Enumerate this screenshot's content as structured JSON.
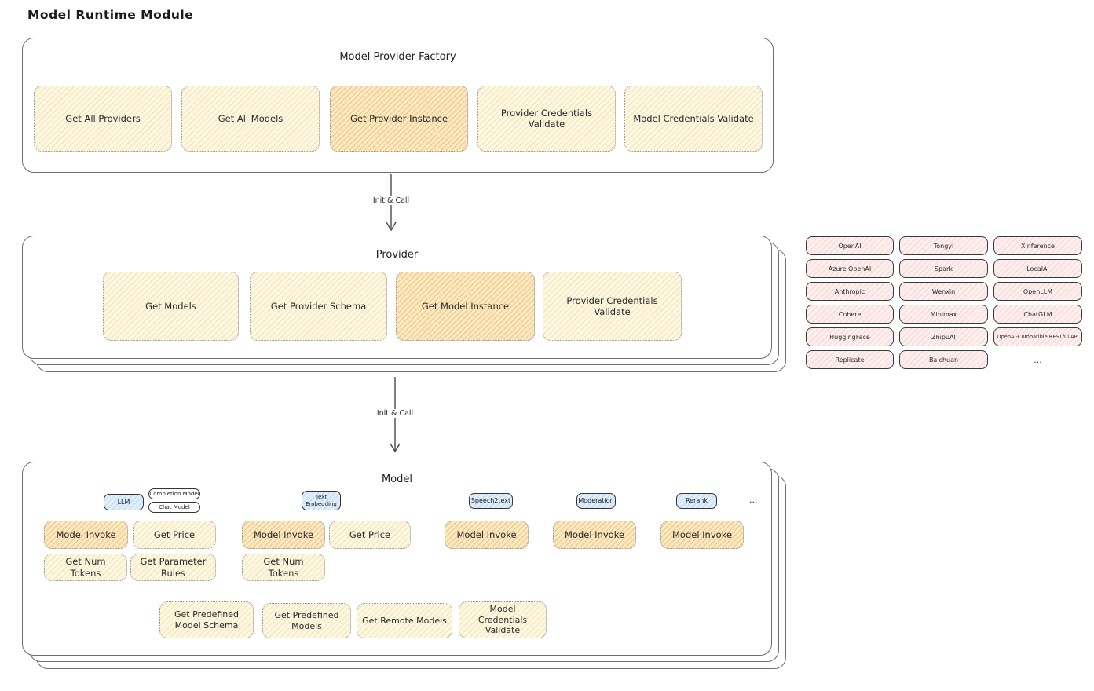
{
  "page_title": "Model Runtime Module",
  "arrows": {
    "factory_to_provider": "Init & Call",
    "provider_to_model": "Init & Call"
  },
  "factory": {
    "title": "Model Provider Factory",
    "methods": [
      {
        "label": "Get All Providers",
        "highlight": false
      },
      {
        "label": "Get All Models",
        "highlight": false
      },
      {
        "label": "Get Provider Instance",
        "highlight": true
      },
      {
        "label": "Provider Credentials Validate",
        "highlight": false
      },
      {
        "label": "Model Credentials Validate",
        "highlight": false
      }
    ]
  },
  "provider": {
    "title": "Provider",
    "methods": [
      {
        "label": "Get Models",
        "highlight": false
      },
      {
        "label": "Get Provider Schema",
        "highlight": false
      },
      {
        "label": "Get Model Instance",
        "highlight": true
      },
      {
        "label": "Provider Credentials Validate",
        "highlight": false
      }
    ]
  },
  "providers_list": {
    "items": [
      "OpenAI",
      "Tongyi",
      "Xinference",
      "Azure OpenAI",
      "Spark",
      "LocalAI",
      "Anthropic",
      "Wenxin",
      "OpenLLM",
      "Cohere",
      "Minimax",
      "ChatGLM",
      "HuggingFace",
      "ZhipuAI",
      "OpenAI-Compatible RESTful API",
      "Replicate",
      "Baichuan"
    ],
    "ellipsis": "..."
  },
  "model": {
    "title": "Model",
    "tabs": {
      "llm": "LLM",
      "completion_model": "Completion Model",
      "chat_model": "Chat Model",
      "text_embedding": "Text Embedding",
      "speech2text": "Speech2text",
      "moderation": "Moderation",
      "rerank": "Rerank",
      "ellipsis": "..."
    },
    "llm": {
      "invoke": "Model Invoke",
      "price": "Get Price",
      "num_tokens": "Get Num Tokens",
      "param_rules": "Get Parameter Rules"
    },
    "embedding": {
      "invoke": "Model Invoke",
      "price": "Get Price",
      "num_tokens": "Get Num Tokens"
    },
    "speech2text": {
      "invoke": "Model Invoke"
    },
    "moderation": {
      "invoke": "Model Invoke"
    },
    "rerank": {
      "invoke": "Model Invoke"
    },
    "common": [
      "Get Predefined Model Schema",
      "Get Predefined Models",
      "Get Remote Models",
      "Model Credentials Validate"
    ]
  },
  "colors": {
    "yellow_fill": "#fdf8e4",
    "orange_highlight": "#f0a830",
    "pink_fill": "#fdefee",
    "blue_fill": "#e1effb",
    "stroke": "#6d6d74"
  }
}
